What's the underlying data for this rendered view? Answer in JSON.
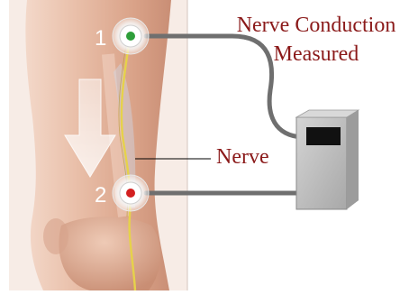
{
  "diagram": {
    "title_line1": "Nerve Conduction",
    "title_line2": "Measured",
    "nerve_label": "Nerve",
    "electrodes": [
      {
        "number": "1",
        "color": "#2e9e3a"
      },
      {
        "number": "2",
        "color": "#d32020"
      }
    ]
  },
  "colors": {
    "label_text": "#8b1a1a",
    "skin": "#e6b9a3",
    "nerve": "#e6d24a",
    "cable": "#6f6f6f",
    "device": "#bdbdbd",
    "device_screen": "#111111"
  }
}
